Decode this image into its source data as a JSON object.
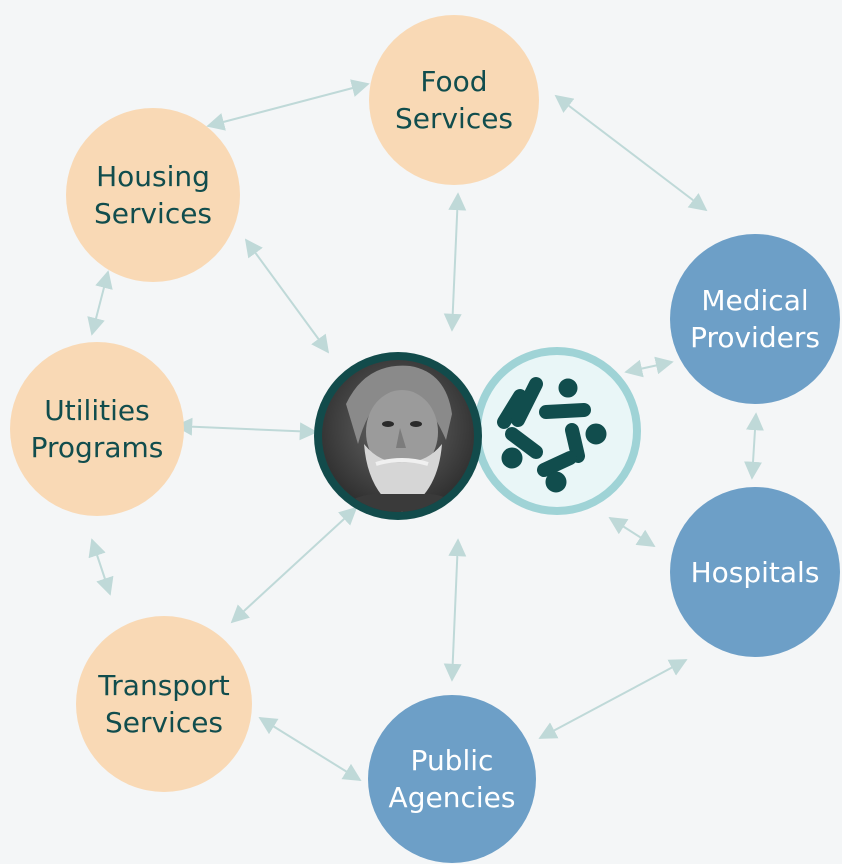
{
  "colors": {
    "background": "#f4f6f7",
    "service_fill": "#f9d9b5",
    "service_text": "#114d4d",
    "care_fill": "#6d9fc7",
    "care_text": "#ffffff",
    "arrow": "#bfd9d8",
    "person_ring": "#124b4b",
    "logo_ring": "#9fd3d6",
    "logo_mark": "#114d4d"
  },
  "diagram": {
    "nodes": [
      {
        "id": "food",
        "label": "Food\nServices"
      },
      {
        "id": "housing",
        "label": "Housing\nServices"
      },
      {
        "id": "utilities",
        "label": "Utilities\nPrograms"
      },
      {
        "id": "transport",
        "label": "Transport\nServices"
      },
      {
        "id": "public",
        "label": "Public\nAgencies"
      },
      {
        "id": "hospitals",
        "label": "Hospitals"
      },
      {
        "id": "medical",
        "label": "Medical\nProviders"
      }
    ],
    "center": {
      "person_photo": "elderly-man-photo",
      "logo": "network-logo-icon"
    },
    "connections": [
      [
        "food",
        "housing"
      ],
      [
        "food",
        "medical"
      ],
      [
        "food",
        "center"
      ],
      [
        "housing",
        "utilities"
      ],
      [
        "housing",
        "center"
      ],
      [
        "utilities",
        "center"
      ],
      [
        "utilities",
        "transport"
      ],
      [
        "transport",
        "center"
      ],
      [
        "transport",
        "public"
      ],
      [
        "public",
        "center"
      ],
      [
        "public",
        "hospitals"
      ],
      [
        "hospitals",
        "medical"
      ],
      [
        "medical",
        "center"
      ],
      [
        "hospitals",
        "center"
      ]
    ]
  }
}
